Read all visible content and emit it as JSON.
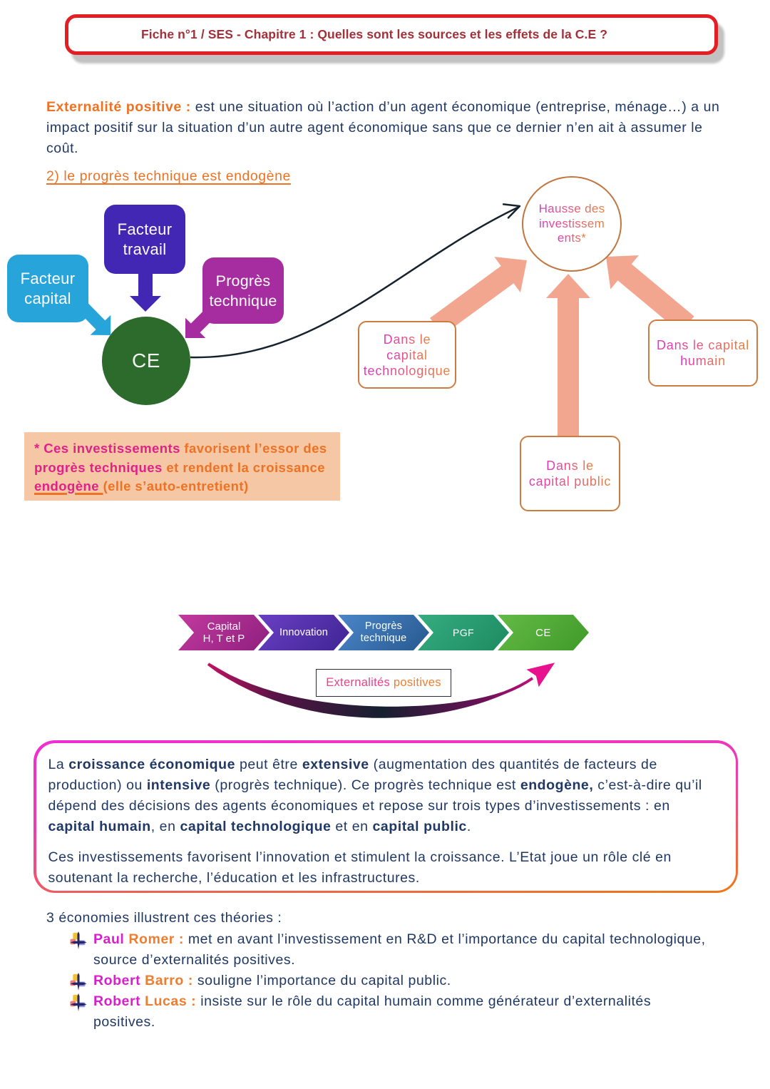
{
  "banner": {
    "title": "Fiche n°1 / SES - Chapitre 1 : Quelles sont les sources et les effets de la C.E ?"
  },
  "intro": {
    "lines": [
      [
        {
          "t": "Externalité positive :",
          "s": "orange"
        },
        {
          "t": " est une situation où l’action d’un agent économique (entreprise, ménage…) a un",
          "s": "navy"
        }
      ],
      [
        {
          "t": "impact positif sur la situation d’un autre agent économique sans que ce dernier n’en ait à assumer le",
          "s": "navy"
        }
      ],
      [
        {
          "t": "coût.",
          "s": "navy"
        }
      ]
    ]
  },
  "section_heading": "2) le progrès technique est endogène",
  "diagram": {
    "facteur_travail": {
      "lines": [
        "Facteur",
        "travail"
      ],
      "color": "#4127b4"
    },
    "facteur_capital": {
      "lines": [
        "Facteur",
        "capital"
      ],
      "color": "#27a5da"
    },
    "progres_technique": {
      "lines": [
        "Progrès",
        "technique"
      ],
      "color": "#a62da0"
    },
    "ce": {
      "label": "CE",
      "color": "#2c6b2c"
    },
    "hausse_investissements": {
      "lines": [
        "Hausse des",
        "investissem",
        "ents*"
      ],
      "border_color": "#c0763f"
    },
    "capital_technologique": {
      "lines": [
        "Dans le",
        "capital",
        "technologique"
      ],
      "border_color": "#cd7c40"
    },
    "capital_humain": {
      "lines": [
        "Dans le capital",
        "humain"
      ],
      "border_color": "#cd7c40"
    },
    "capital_public": {
      "lines": [
        "Dans le",
        "capital public"
      ],
      "border_color": "#cd7c40"
    },
    "note": {
      "background": "#f6c7a4",
      "lines": [
        [
          {
            "t": "* Ces investissements ",
            "s": "pink"
          },
          {
            "t": "favorisent l’essor des",
            "s": "orange"
          }
        ],
        [
          {
            "t": "progrès techniques ",
            "s": "pink"
          },
          {
            "t": "et rendent la croissance",
            "s": "orange"
          }
        ],
        [
          {
            "t": "endogène ",
            "s": "pink uline"
          },
          {
            "t": "(elle s’auto-entretient)",
            "s": "orange"
          }
        ]
      ]
    }
  },
  "process": {
    "chevrons": [
      {
        "lines": [
          "Capital",
          "H, T et P"
        ],
        "color": "#a82b90"
      },
      {
        "lines": [
          "Innovation"
        ],
        "color": "#4f2ea6"
      },
      {
        "lines": [
          "Progrès",
          "technique"
        ],
        "color": "#2f6fae"
      },
      {
        "lines": [
          "PGF"
        ],
        "color": "#27a273"
      },
      {
        "lines": [
          "CE"
        ],
        "color": "#52ad37"
      }
    ],
    "externalites_label": [
      [
        {
          "t": "Externalités",
          "s": "pinkr"
        },
        {
          "t": " positives",
          "s": "oranger"
        }
      ]
    ]
  },
  "summary": {
    "para1_lines": [
      [
        {
          "t": "La ",
          "s": "navy"
        },
        {
          "t": "croissance économique",
          "s": "bold"
        },
        {
          "t": " peut être ",
          "s": "navy"
        },
        {
          "t": "extensive",
          "s": "bold"
        },
        {
          "t": " (augmentation des quantités de facteurs de",
          "s": "navy"
        }
      ],
      [
        {
          "t": "production) ou ",
          "s": "navy"
        },
        {
          "t": "intensive",
          "s": "bold"
        },
        {
          "t": " (progrès technique). Ce progrès technique est ",
          "s": "navy"
        },
        {
          "t": "endogène,",
          "s": "bold"
        },
        {
          "t": " c’est-à-dire qu’il",
          "s": "navy"
        }
      ],
      [
        {
          "t": "dépend des décisions des agents économiques et repose sur trois types d’investissements : en",
          "s": "navy"
        }
      ],
      [
        {
          "t": "capital humain",
          "s": "bold"
        },
        {
          "t": ", en ",
          "s": "navy"
        },
        {
          "t": "capital technologique",
          "s": "bold"
        },
        {
          "t": " et en ",
          "s": "navy"
        },
        {
          "t": "capital public",
          "s": "bold"
        },
        {
          "t": ".",
          "s": "navy"
        }
      ]
    ],
    "para2_lines": [
      [
        {
          "t": "Ces investissements favorisent l’innovation et stimulent la croissance. L’Etat joue un rôle clé en",
          "s": "navy"
        }
      ],
      [
        {
          "t": "soutenant la recherche, l’éducation et les infrastructures.",
          "s": "navy"
        }
      ]
    ]
  },
  "theories": {
    "heading": "3 économies illustrent ces théories :",
    "items": [
      {
        "lines": [
          [
            {
              "t": "Paul",
              "s": "fuchsia"
            },
            {
              "t": " Romer : ",
              "s": "orangeb"
            },
            {
              "t": "met en avant l’investissement en R&D et l’importance du capital technologique,",
              "s": "navy"
            }
          ],
          [
            {
              "t": "source d’externalités positives.",
              "s": "navy"
            }
          ]
        ]
      },
      {
        "lines": [
          [
            {
              "t": "Robert",
              "s": "fuchsia"
            },
            {
              "t": " Barro : ",
              "s": "orangeb"
            },
            {
              "t": "souligne l’importance du capital public.",
              "s": "navy"
            }
          ]
        ]
      },
      {
        "lines": [
          [
            {
              "t": "Robert",
              "s": "fuchsia"
            },
            {
              "t": " Lucas : ",
              "s": "orangeb"
            },
            {
              "t": "insiste sur le rôle du capital humain comme générateur d’externalités",
              "s": "navy"
            }
          ],
          [
            {
              "t": "positives.",
              "s": "navy"
            }
          ]
        ]
      }
    ]
  }
}
